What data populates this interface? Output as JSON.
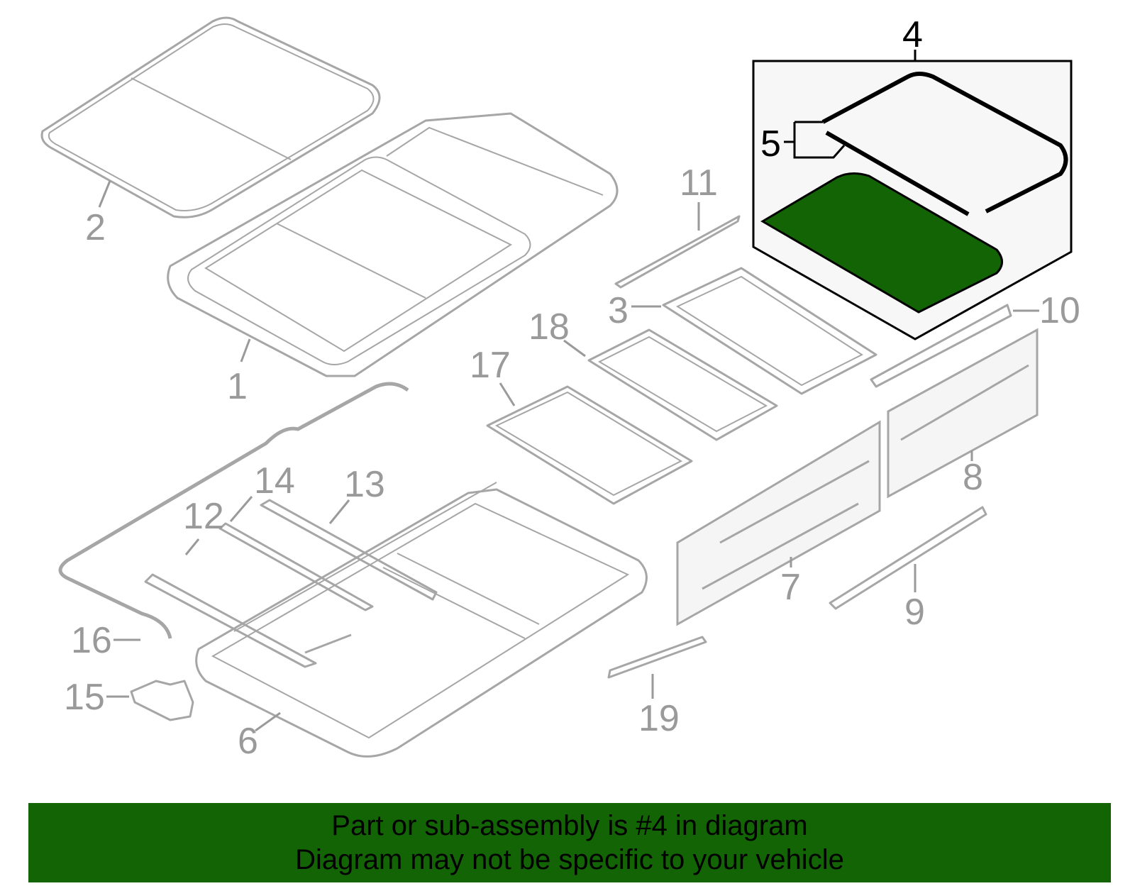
{
  "diagram": {
    "callouts": {
      "c1": "1",
      "c2": "2",
      "c3": "3",
      "c4": "4",
      "c5": "5",
      "c6": "6",
      "c7": "7",
      "c8": "8",
      "c9": "9",
      "c10": "10",
      "c11": "11",
      "c12": "12",
      "c13": "13",
      "c14": "14",
      "c15": "15",
      "c16": "16",
      "c17": "17",
      "c18": "18",
      "c19": "19"
    },
    "highlight_color": "#136405",
    "line_color": "#a6a6a6"
  },
  "banner": {
    "line1": "Part or sub-assembly is #4 in diagram",
    "line2": "Diagram may not be specific to your vehicle",
    "background": "#136405"
  }
}
